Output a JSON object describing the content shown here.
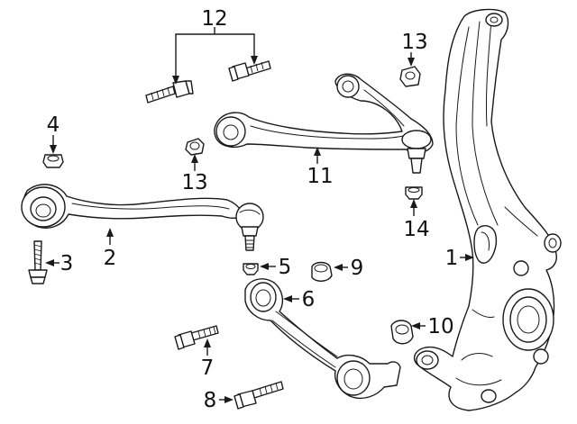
{
  "callouts": {
    "c1": "1",
    "c2": "2",
    "c3": "3",
    "c4": "4",
    "c5": "5",
    "c6": "6",
    "c7": "7",
    "c8": "8",
    "c9": "9",
    "c10": "10",
    "c11": "11",
    "c12": "12",
    "c13a": "13",
    "c13b": "13",
    "c14": "14"
  }
}
